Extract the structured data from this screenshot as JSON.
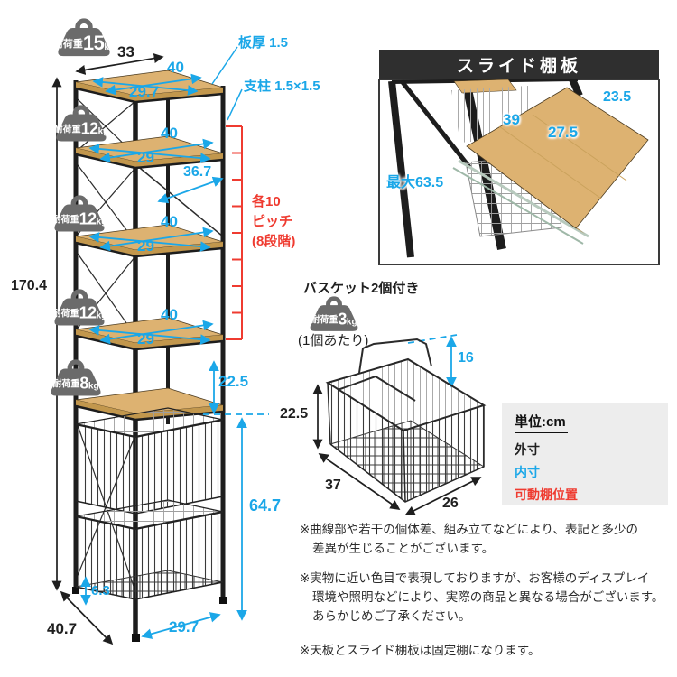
{
  "colors": {
    "blue": "#1ba7e8",
    "red": "#ef3b30",
    "black": "#1f1f1f",
    "badge_gray": "#6b6b6b",
    "wood": "#ddb271",
    "panel_header_bg": "#2f2f2f",
    "legend_bg": "#ededed"
  },
  "rack": {
    "dims": {
      "height": "170.4",
      "top_depth": "33",
      "shelf1_w": "40",
      "shelf1_d": "29.7",
      "shelf2_w": "40",
      "shelf2_d": "29",
      "shelf3_w": "40",
      "shelf3_d": "29",
      "shelf4_w": "40",
      "shelf4_d": "29",
      "brace": "36.7",
      "clearance": "22.5",
      "lower_height": "64.7",
      "foot": "6.3",
      "depth": "40.7",
      "width": "29.7"
    },
    "annotations": {
      "board_thickness": "板厚 1.5",
      "post_size": "支柱 1.5×1.5"
    },
    "pitch": [
      "各10",
      "ピッチ",
      "(8段階)"
    ],
    "badges": [
      {
        "label": "耐荷重",
        "value": "15",
        "unit": "kg"
      },
      {
        "label": "耐荷重",
        "value": "12",
        "unit": "kg"
      },
      {
        "label": "耐荷重",
        "value": "12",
        "unit": "kg"
      },
      {
        "label": "耐荷重",
        "value": "12",
        "unit": "kg"
      },
      {
        "label": "耐荷重",
        "value": "8",
        "unit": "kg"
      }
    ]
  },
  "slide_panel": {
    "title": "スライド棚板",
    "dims": {
      "depth": "23.5",
      "width": "39",
      "inner": "27.5",
      "max_extension": "最大63.5"
    }
  },
  "basket": {
    "title": "バスケット2個付き",
    "per_unit": "(1個あたり)",
    "badge": {
      "label": "耐荷重",
      "value": "3",
      "unit": "kg"
    },
    "dims": {
      "handle_height": "16",
      "height": "22.5",
      "width": "37",
      "depth": "26"
    }
  },
  "legend": {
    "unit_label": "単位:cm",
    "outer": "外寸",
    "inner": "内寸",
    "movable_shelf": "可動棚位置"
  },
  "notes": [
    [
      "※曲線部や若干の個体差、組み立てなどにより、表記と多少の",
      "差異が生じることがございます。"
    ],
    [
      "※実物に近い色目で表現しておりますが、お客様のディスプレイ",
      "環境や照明などにより、実際の商品と異なる場合がございます。",
      "あらかじめご了承ください。"
    ],
    [
      "※天板とスライド棚板は固定棚になります。"
    ]
  ]
}
